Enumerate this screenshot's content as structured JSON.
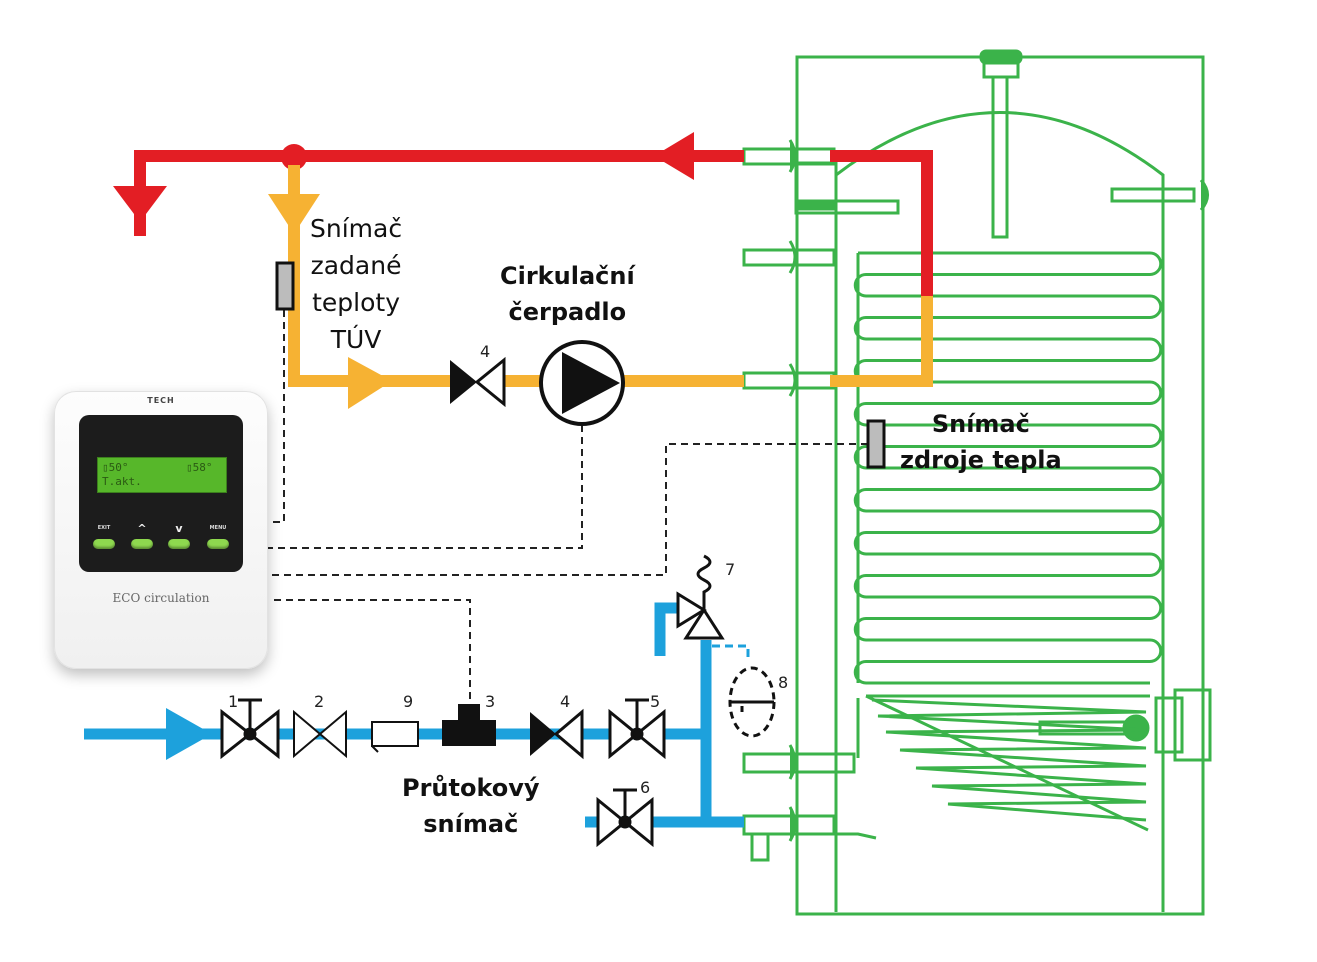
{
  "colors": {
    "hot": "#e31e24",
    "warm": "#f6b233",
    "cold": "#1da1dc",
    "tank": "#3bb34a",
    "black": "#111111",
    "sensor": "#bcbcbc"
  },
  "labels": {
    "dhw_sensor": [
      "Snímač",
      "zadané",
      "teploty",
      "TÚV"
    ],
    "pump": [
      "Cirkulační",
      "čerpadlo"
    ],
    "heat_source_sensor": [
      "Snímač",
      "zdroje tepla"
    ],
    "flow_sensor": [
      "Průtokový",
      "snímač"
    ]
  },
  "numbers": {
    "n1": "1",
    "n2": "2",
    "n9": "9",
    "n3": "3",
    "n4_bottom": "4",
    "n5": "5",
    "n6": "6",
    "n4_top": "4",
    "n7": "7",
    "n8": "8"
  },
  "device": {
    "brand": "TECH",
    "lcd_line1_left": "▯50°",
    "lcd_line1_right": "▯58°",
    "lcd_line2": "T.akt.",
    "btn_exit": "EXIT",
    "btn_menu": "MENU",
    "btn_up": "^",
    "btn_down": "v",
    "logo": "ECO circulation"
  }
}
